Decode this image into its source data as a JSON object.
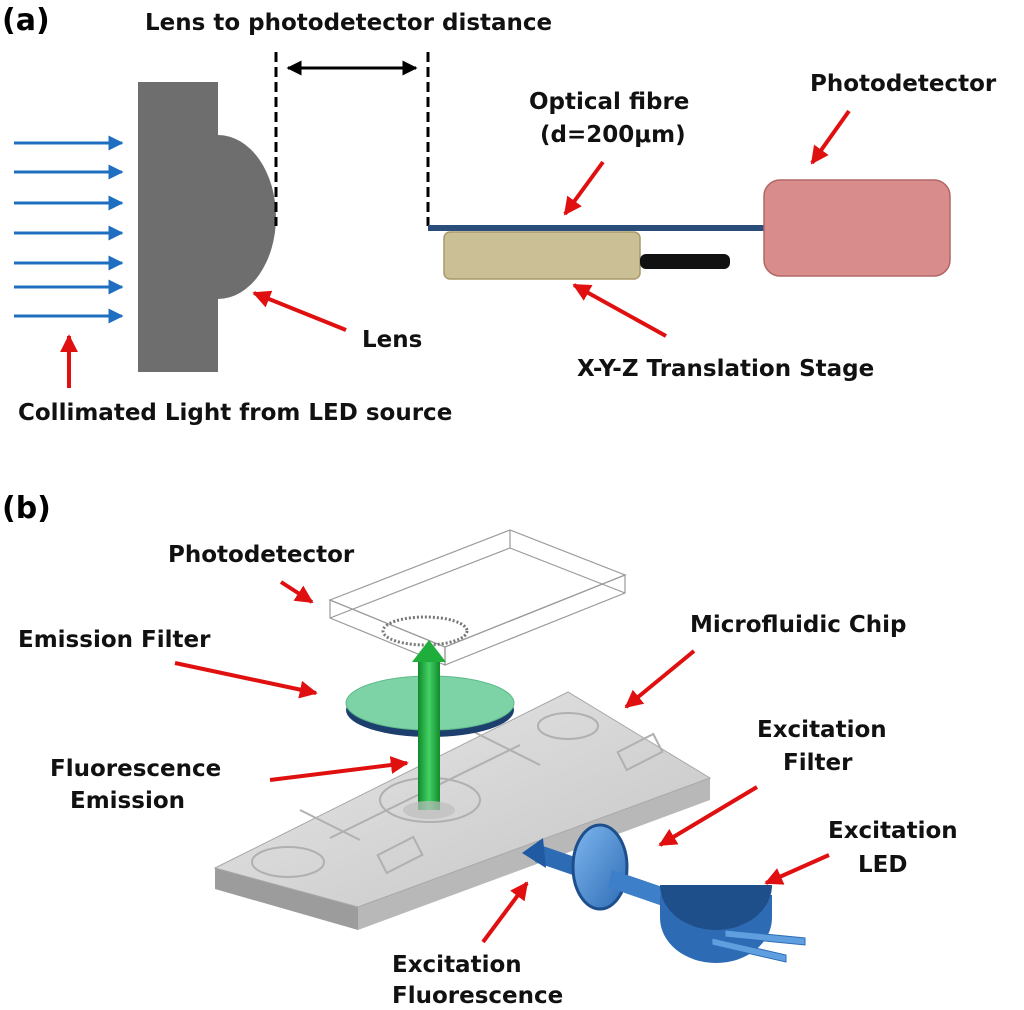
{
  "panel_a": {
    "label": "(a)",
    "title_distance": "Lens to photodetector distance",
    "optical_fibre_line1": "Optical fibre",
    "optical_fibre_line2": "(d=200μm)",
    "photodetector": "Photodetector",
    "lens": "Lens",
    "stage": "X-Y-Z Translation Stage",
    "collimated": "Collimated Light from LED source"
  },
  "panel_b": {
    "label": "(b)",
    "photodetector": "Photodetector",
    "emission_filter": "Emission Filter",
    "microfluidic_chip": "Microfluidic Chip",
    "fluorescence_line1": "Fluorescence",
    "fluorescence_line2": "Emission",
    "excitation_filter_line1": "Excitation",
    "excitation_filter_line2": "Filter",
    "excitation_led_line1": "Excitation",
    "excitation_led_line2": "LED",
    "excitation_fluor_line1": "Excitation",
    "excitation_fluor_line2": "Fluorescence"
  },
  "colors": {
    "light_arrow": "#1f6fc0",
    "pointer_arrow": "#e01010",
    "lens": "#6e6e6e",
    "fibre": "#2b4d7a",
    "stage": "#cbbf96",
    "photodetector": "#d98c8c",
    "emission_filter": "#7ed3a6",
    "emission_arrow": "#1fae3c",
    "excitation_blue": "#3d7fc8",
    "chip": "#d4d4d4"
  }
}
